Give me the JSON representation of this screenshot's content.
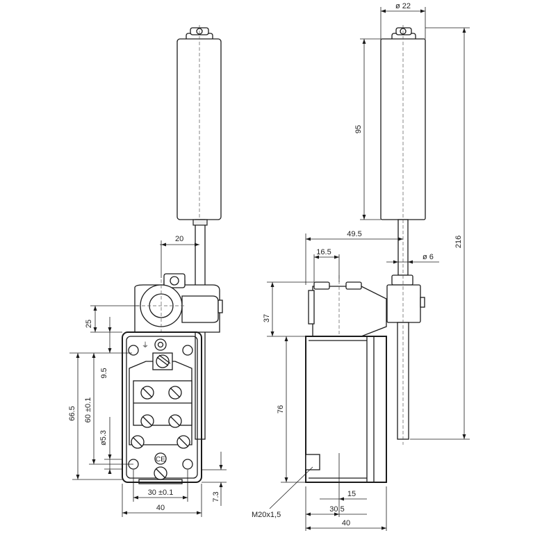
{
  "dimensions": {
    "front": {
      "roller_offset": "20",
      "height_25": "25",
      "height_9_5": "9.5",
      "height_66_5": "66.5",
      "height_60": "60 ±0.1",
      "hole_dia": "ø5.3",
      "hole_spacing": "30 ±0.1",
      "width": "40",
      "base_7_3": "7.3"
    },
    "side": {
      "roller_dia": "ø 22",
      "roller_length": "95",
      "total_height": "216",
      "lever_reach": "49.5",
      "cap_16_5": "16.5",
      "rod_dia": "ø 6",
      "head_37": "37",
      "body_76": "76",
      "entry_15": "15",
      "entry_30_5": "30.5",
      "width": "40",
      "thread": "M20x1,5"
    }
  }
}
